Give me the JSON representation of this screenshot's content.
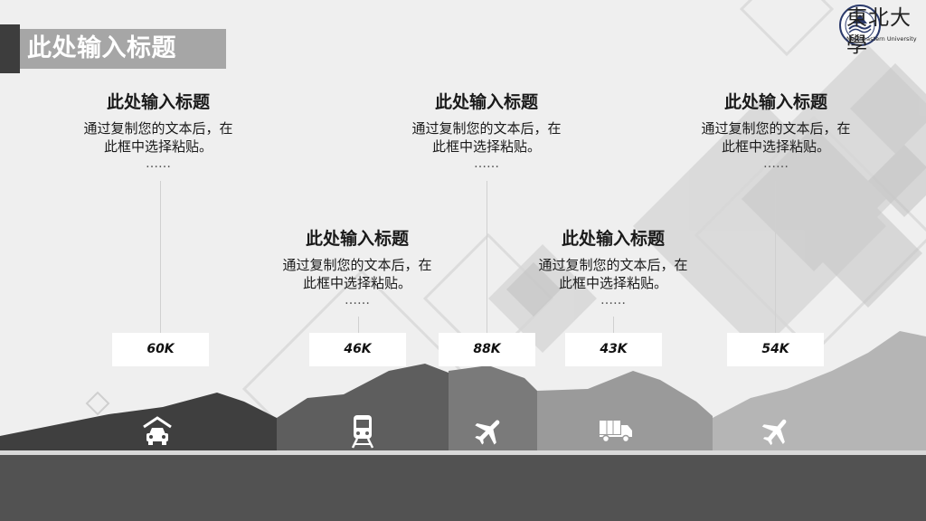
{
  "header": {
    "title": "此处输入标题",
    "logo_name": "東北大學",
    "logo_subtitle": "Northeastern University"
  },
  "items": [
    {
      "title": "此处输入标题",
      "body": "通过复制您的文本后，在\n此框中选择粘贴。",
      "ellipsis": "……",
      "value": "60K",
      "icon": "car-garage-icon"
    },
    {
      "title": "此处输入标题",
      "body": "通过复制您的文本后，在\n此框中选择粘贴。",
      "ellipsis": "……",
      "value": "46K",
      "icon": "train-icon"
    },
    {
      "title": "此处输入标题",
      "body": "通过复制您的文本后，在\n此框中选择粘贴。",
      "ellipsis": "……",
      "value": "88K",
      "icon": "airplane-icon"
    },
    {
      "title": "此处输入标题",
      "body": "通过复制您的文本后，在\n此框中选择粘贴。",
      "ellipsis": "……",
      "value": "43K",
      "icon": "truck-icon"
    },
    {
      "title": "此处输入标题",
      "body": "通过复制您的文本后，在\n此框中选择粘贴。",
      "ellipsis": "……",
      "value": "54K",
      "icon": "airplane-takeoff-icon"
    }
  ],
  "colors": {
    "background": "#efefef",
    "title_box": "#a6a6a6",
    "accent_dark": "#3d3d3d",
    "ground": "#525252"
  }
}
